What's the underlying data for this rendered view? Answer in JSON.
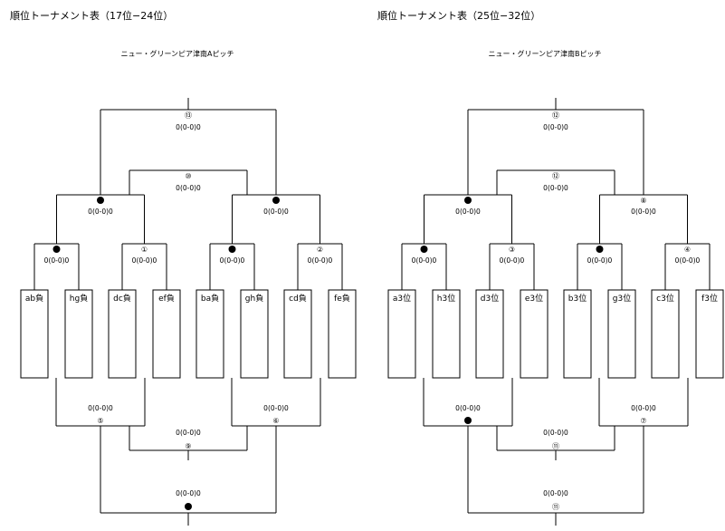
{
  "left": {
    "title": "順位トーナメント表（17位−24位）",
    "venue": "ニュー・グリーンピア津南Aピッチ",
    "teams": [
      "ab負",
      "hg負",
      "dc負",
      "ef負",
      "ba負",
      "gh負",
      "cd負",
      "fe負"
    ],
    "top": {
      "r1": [
        {
          "mark": "❶",
          "score": "0(0-0)0"
        },
        {
          "mark": "①",
          "score": "0(0-0)0"
        },
        {
          "mark": "❷",
          "score": "0(0-0)0"
        },
        {
          "mark": "②",
          "score": "0(0-0)0"
        }
      ],
      "r2": [
        {
          "mark": "❺",
          "score": "0(0-0)0"
        },
        {
          "mark": "❻",
          "score": "0(0-0)0"
        }
      ],
      "mid": {
        "mark": "⑩",
        "score": "0(0-0)0"
      },
      "final": {
        "mark": "⑬",
        "score": "0(0-0)0"
      }
    },
    "bottom": {
      "r2": [
        {
          "mark": "⑤",
          "score": "0(0-0)0"
        },
        {
          "mark": "⑥",
          "score": "0(0-0)0"
        }
      ],
      "mid": {
        "mark": "⑨",
        "score": "0(0-0)0"
      },
      "final": {
        "mark": "❾",
        "score": "0(0-0)0"
      }
    }
  },
  "right": {
    "title": "順位トーナメント表（25位−32位）",
    "venue": "ニュー・グリーンピア津南Bピッチ",
    "teams": [
      "a3位",
      "h3位",
      "d3位",
      "e3位",
      "b3位",
      "g3位",
      "c3位",
      "f3位"
    ],
    "top": {
      "r1": [
        {
          "mark": "❸",
          "score": "0(0-0)0"
        },
        {
          "mark": "③",
          "score": "0(0-0)0"
        },
        {
          "mark": "❹",
          "score": "0(0-0)0"
        },
        {
          "mark": "④",
          "score": "0(0-0)0"
        }
      ],
      "r2": [
        {
          "mark": "❽",
          "score": "0(0-0)0"
        },
        {
          "mark": "⑧",
          "score": "0(0-0)0"
        }
      ],
      "mid": {
        "mark": "⑫",
        "score": "0(0-0)0"
      },
      "final": {
        "mark": "⑫",
        "score": "0(0-0)0"
      }
    },
    "bottom": {
      "r2": [
        {
          "mark": "❼",
          "score": "0(0-0)0"
        },
        {
          "mark": "⑦",
          "score": "0(0-0)0"
        }
      ],
      "mid": {
        "mark": "⑪",
        "score": "0(0-0)0"
      },
      "final": {
        "mark": "⑪",
        "score": "0(0-0)0"
      }
    }
  }
}
